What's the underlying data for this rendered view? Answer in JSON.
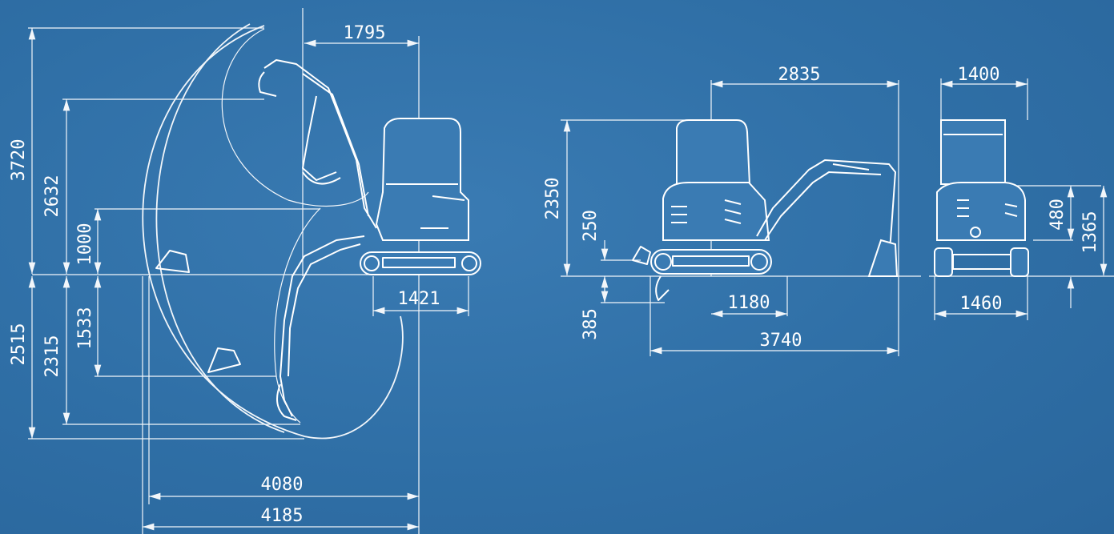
{
  "drawing": {
    "left_view": {
      "top_horizontal": "1795",
      "track_length": "1421",
      "max_reach_ground": "4080",
      "max_reach": "4185",
      "max_dig_height": "3720",
      "max_dump_height": "2632",
      "min_dump_height": "1000",
      "max_dig_depth": "2515",
      "dig_depth_a": "2315",
      "vertical_wall_depth": "1533"
    },
    "side_view": {
      "width_top": "2835",
      "height": "2350",
      "blade_height": "250",
      "blade_depth": "385",
      "tumbler_distance": "1180",
      "overall_length": "3740"
    },
    "front_view": {
      "width": "1400",
      "ground_clearance": "480",
      "total_height": "1365",
      "track_width": "1460"
    }
  }
}
